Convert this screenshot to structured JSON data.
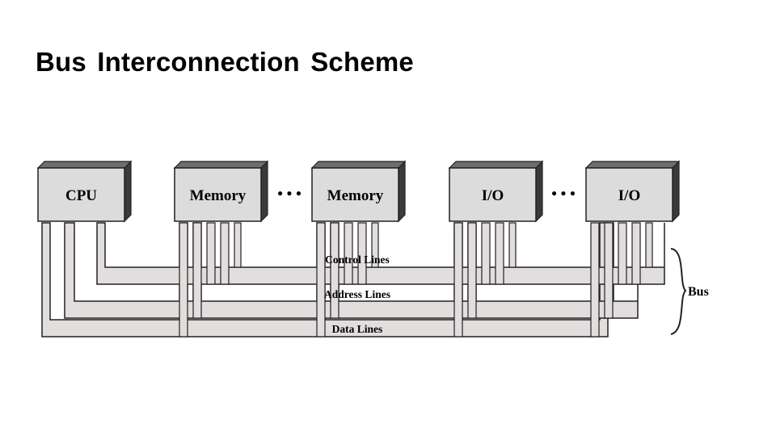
{
  "slide": {
    "title": "Bus Interconnection Scheme"
  },
  "diagram": {
    "modules": [
      {
        "id": "cpu",
        "label": "CPU"
      },
      {
        "id": "memory-1",
        "label": "Memory"
      },
      {
        "id": "memory-2",
        "label": "Memory"
      },
      {
        "id": "io-1",
        "label": "I/O"
      },
      {
        "id": "io-2",
        "label": "I/O"
      }
    ],
    "ellipsis": "• • •",
    "bus_lines": [
      {
        "id": "control",
        "label": "Control Lines"
      },
      {
        "id": "address",
        "label": "Address Lines"
      },
      {
        "id": "data",
        "label": "Data Lines"
      }
    ],
    "bus_label": "Bus",
    "colors": {
      "box_front": "#dcdcdc",
      "box_shadow": "#3a3a3a",
      "line_fill": "#e2dede",
      "outline": "#222222"
    }
  }
}
